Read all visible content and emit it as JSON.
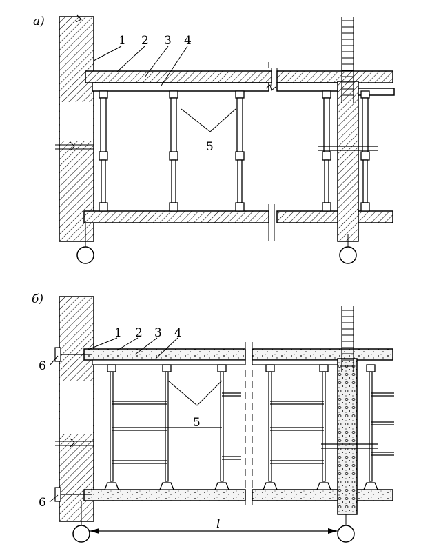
{
  "figure": {
    "panel_a": {
      "letter": "а)",
      "callouts": [
        "1",
        "2",
        "3",
        "4",
        "5"
      ]
    },
    "panel_b": {
      "letter": "б)",
      "callouts": [
        "1",
        "2",
        "3",
        "4",
        "5",
        "6",
        "6"
      ],
      "dimension": "l"
    }
  },
  "colors": {
    "ink": "#000000",
    "paper": "#ffffff"
  }
}
